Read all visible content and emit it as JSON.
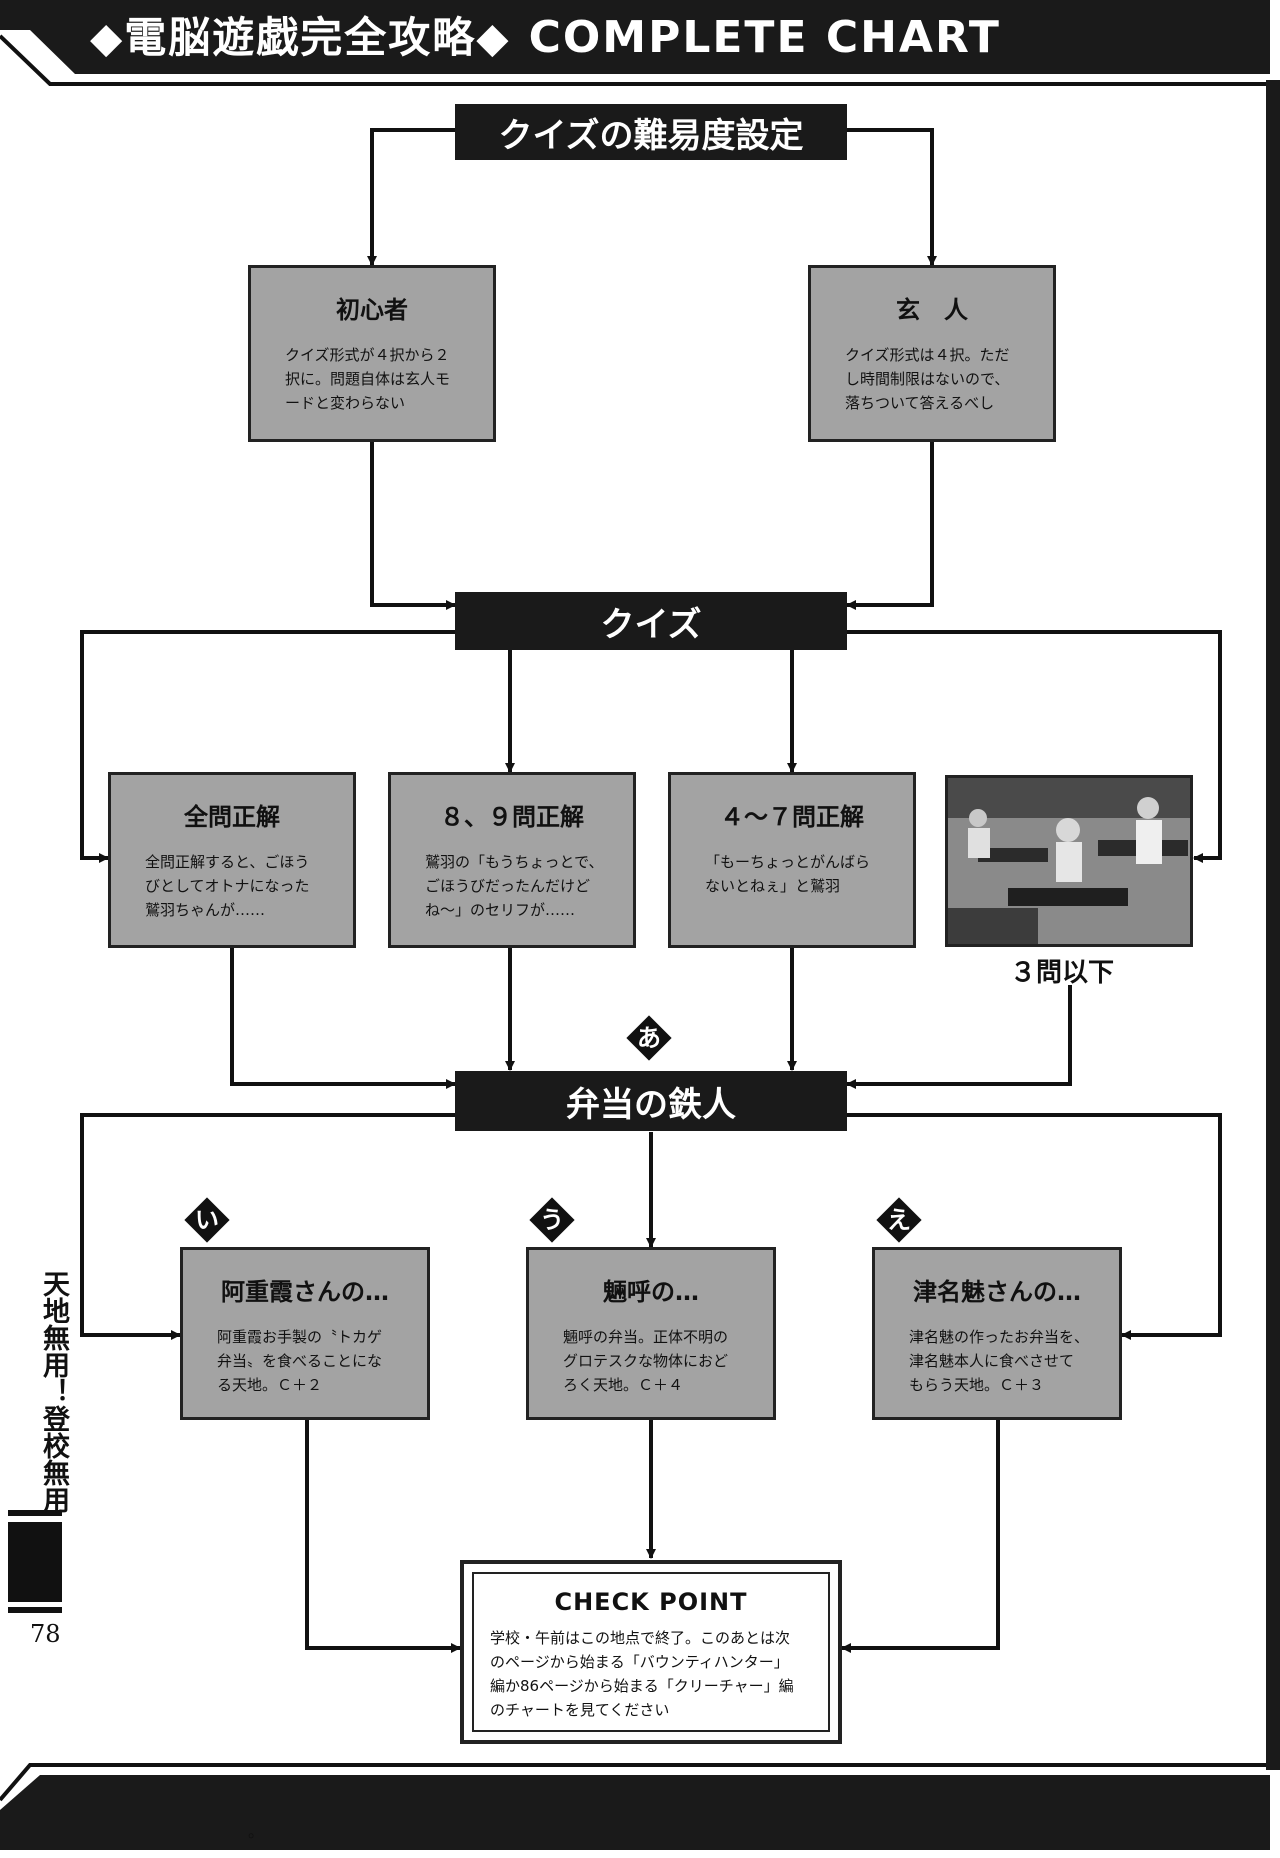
{
  "header": {
    "title_jp": "◆電脳遊戯完全攻略◆",
    "title_en": "COMPLETE CHART"
  },
  "difficulty": {
    "label": "クイズの難易度設定"
  },
  "beginner": {
    "title": "初心者",
    "body": "クイズ形式が４択から２\n択に。問題自体は玄人モ\nードと変わらない"
  },
  "expert": {
    "title": "玄　人",
    "body": "クイズ形式は４択。ただ\nし時間制限はないので、\n落ちついて答えるべし"
  },
  "quiz": {
    "label": "クイズ"
  },
  "results": [
    {
      "title": "全問正解",
      "body": "全問正解すると、ごほう\nびとしてオトナになった\n鷲羽ちゃんが……"
    },
    {
      "title": "８、９問正解",
      "body": "鷲羽の「もうちょっとで、\nごほうびだったんだけど\nね～」のセリフが……"
    },
    {
      "title": "４～７問正解",
      "body": "「もーちょっとがんばら\nないとねぇ」と鷲羽"
    }
  ],
  "low_score": {
    "caption": "３問以下"
  },
  "bento": {
    "label": "弁当の鉄人"
  },
  "markers": {
    "a": "あ",
    "i": "い",
    "u": "う",
    "e": "え"
  },
  "endings": [
    {
      "title": "阿重霞さんの…",
      "body": "阿重霞お手製の〝トカゲ\n弁当〟を食べることにな\nる天地。Ｃ＋２"
    },
    {
      "title": "魎呼の…",
      "body": "魎呼の弁当。正体不明の\nグロテスクな物体におど\nろく天地。Ｃ＋４"
    },
    {
      "title": "津名魅さんの…",
      "body": "津名魅の作ったお弁当を、\n津名魅本人に食べさせて\nもらう天地。Ｃ＋３"
    }
  ],
  "checkpoint": {
    "title": "CHECK POINT",
    "body": "学校・午前はこの地点で終了。このあとは次\nのページから始まる「バウンティハンター」\n編か86ページから始まる「クリーチャー」編\nのチャートを見てください"
  },
  "side": {
    "book_title": "天地無用！登校無用",
    "page_number": "78"
  },
  "footer": {
    "dot": "。"
  },
  "colors": {
    "box_fill": "#a3a3a3",
    "bar_fill": "#1a1a1a",
    "line": "#111111"
  }
}
